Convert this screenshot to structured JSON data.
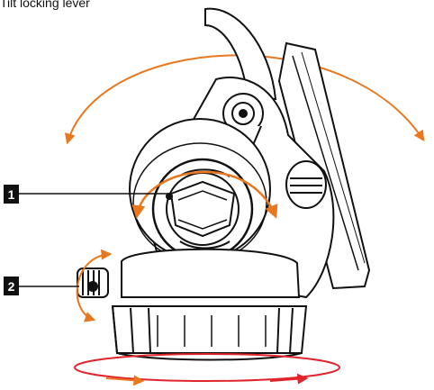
{
  "title": "Tilt locking lever",
  "callouts": [
    {
      "id": "1",
      "label": "1"
    },
    {
      "id": "2",
      "label": "2"
    }
  ],
  "colors": {
    "tilt_arrow": "#e8771e",
    "pan_arrow": "#e0242b",
    "line": "#111111",
    "callout_bg": "#111111",
    "callout_text": "#ffffff"
  }
}
